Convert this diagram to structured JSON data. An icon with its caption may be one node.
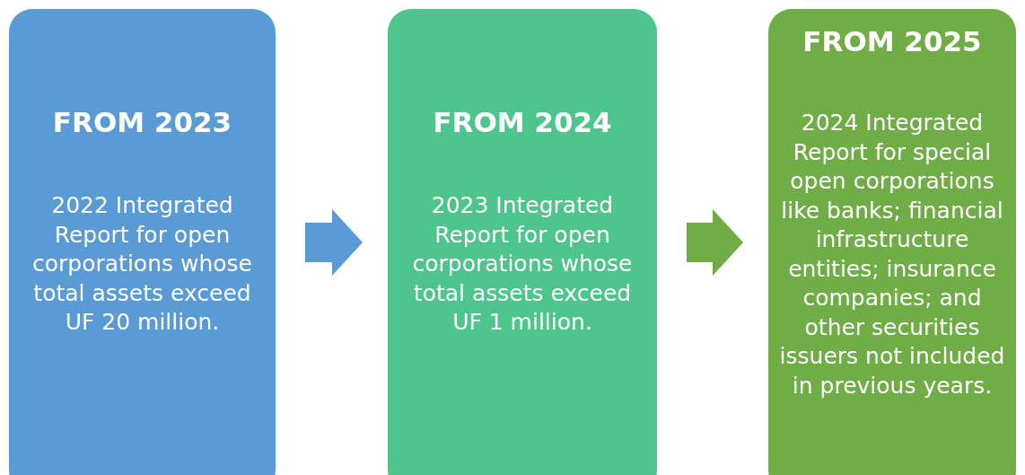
{
  "diagram": {
    "nodes": [
      {
        "text": [
          "FROM 2023",
          "2022 Integrated Report for open corporations whose total assets exceed UF 20 million."
        ]
      },
      {
        "text": [
          "FROM 2024",
          "2023 Integrated Report for open corporations whose total assets exceed UF 1 million."
        ]
      },
      {
        "text": [
          "FROM 2025",
          "2024 Integrated Report for special open corporations like banks; financial infrastructure entities; insurance companies; and other securities issuers not included in previous years."
        ]
      }
    ],
    "edges": [
      {
        "from": 0,
        "to": 1,
        "arrow": "to",
        "style": "thick",
        "color": "#5b9bd5"
      },
      {
        "from": 1,
        "to": 2,
        "arrow": "to",
        "style": "thick",
        "color": "#70ad47"
      }
    ]
  }
}
